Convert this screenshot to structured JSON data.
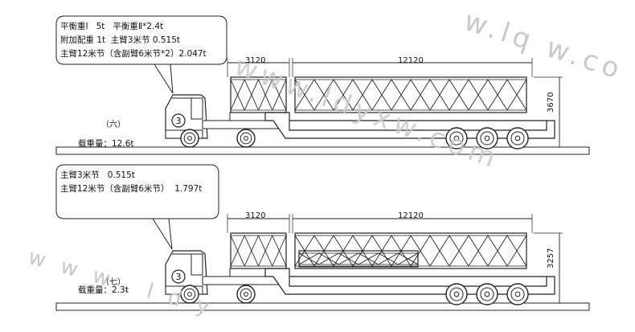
{
  "watermark": {
    "text_top": "w.lq w.co",
    "text_mid": "www.ldyxw.com",
    "text_bottom": "w w w . l d y"
  },
  "panel_top": {
    "note_lines": [
      "平衡重Ⅰ   5t   平衡重Ⅱ*2.4t",
      "附加配重 1t  主臂3米节 0.515t",
      "主臂12米节（含副臂6米节*2）2.047t"
    ],
    "stage_label": "（六）",
    "dim_short": "3120",
    "dim_long": "12120",
    "dim_height": "3670",
    "cab_number": "3",
    "load_text": "载重量：12.6t"
  },
  "panel_bottom": {
    "note_lines": [
      "主臂3米节   0.515t",
      "主臂12米节（含副臂6米节）  1.797t"
    ],
    "stage_label": "（七）",
    "dim_short": "3120",
    "dim_long": "12120",
    "dim_height": "3257",
    "cab_number": "3",
    "load_text": "载重量：2.3t"
  }
}
